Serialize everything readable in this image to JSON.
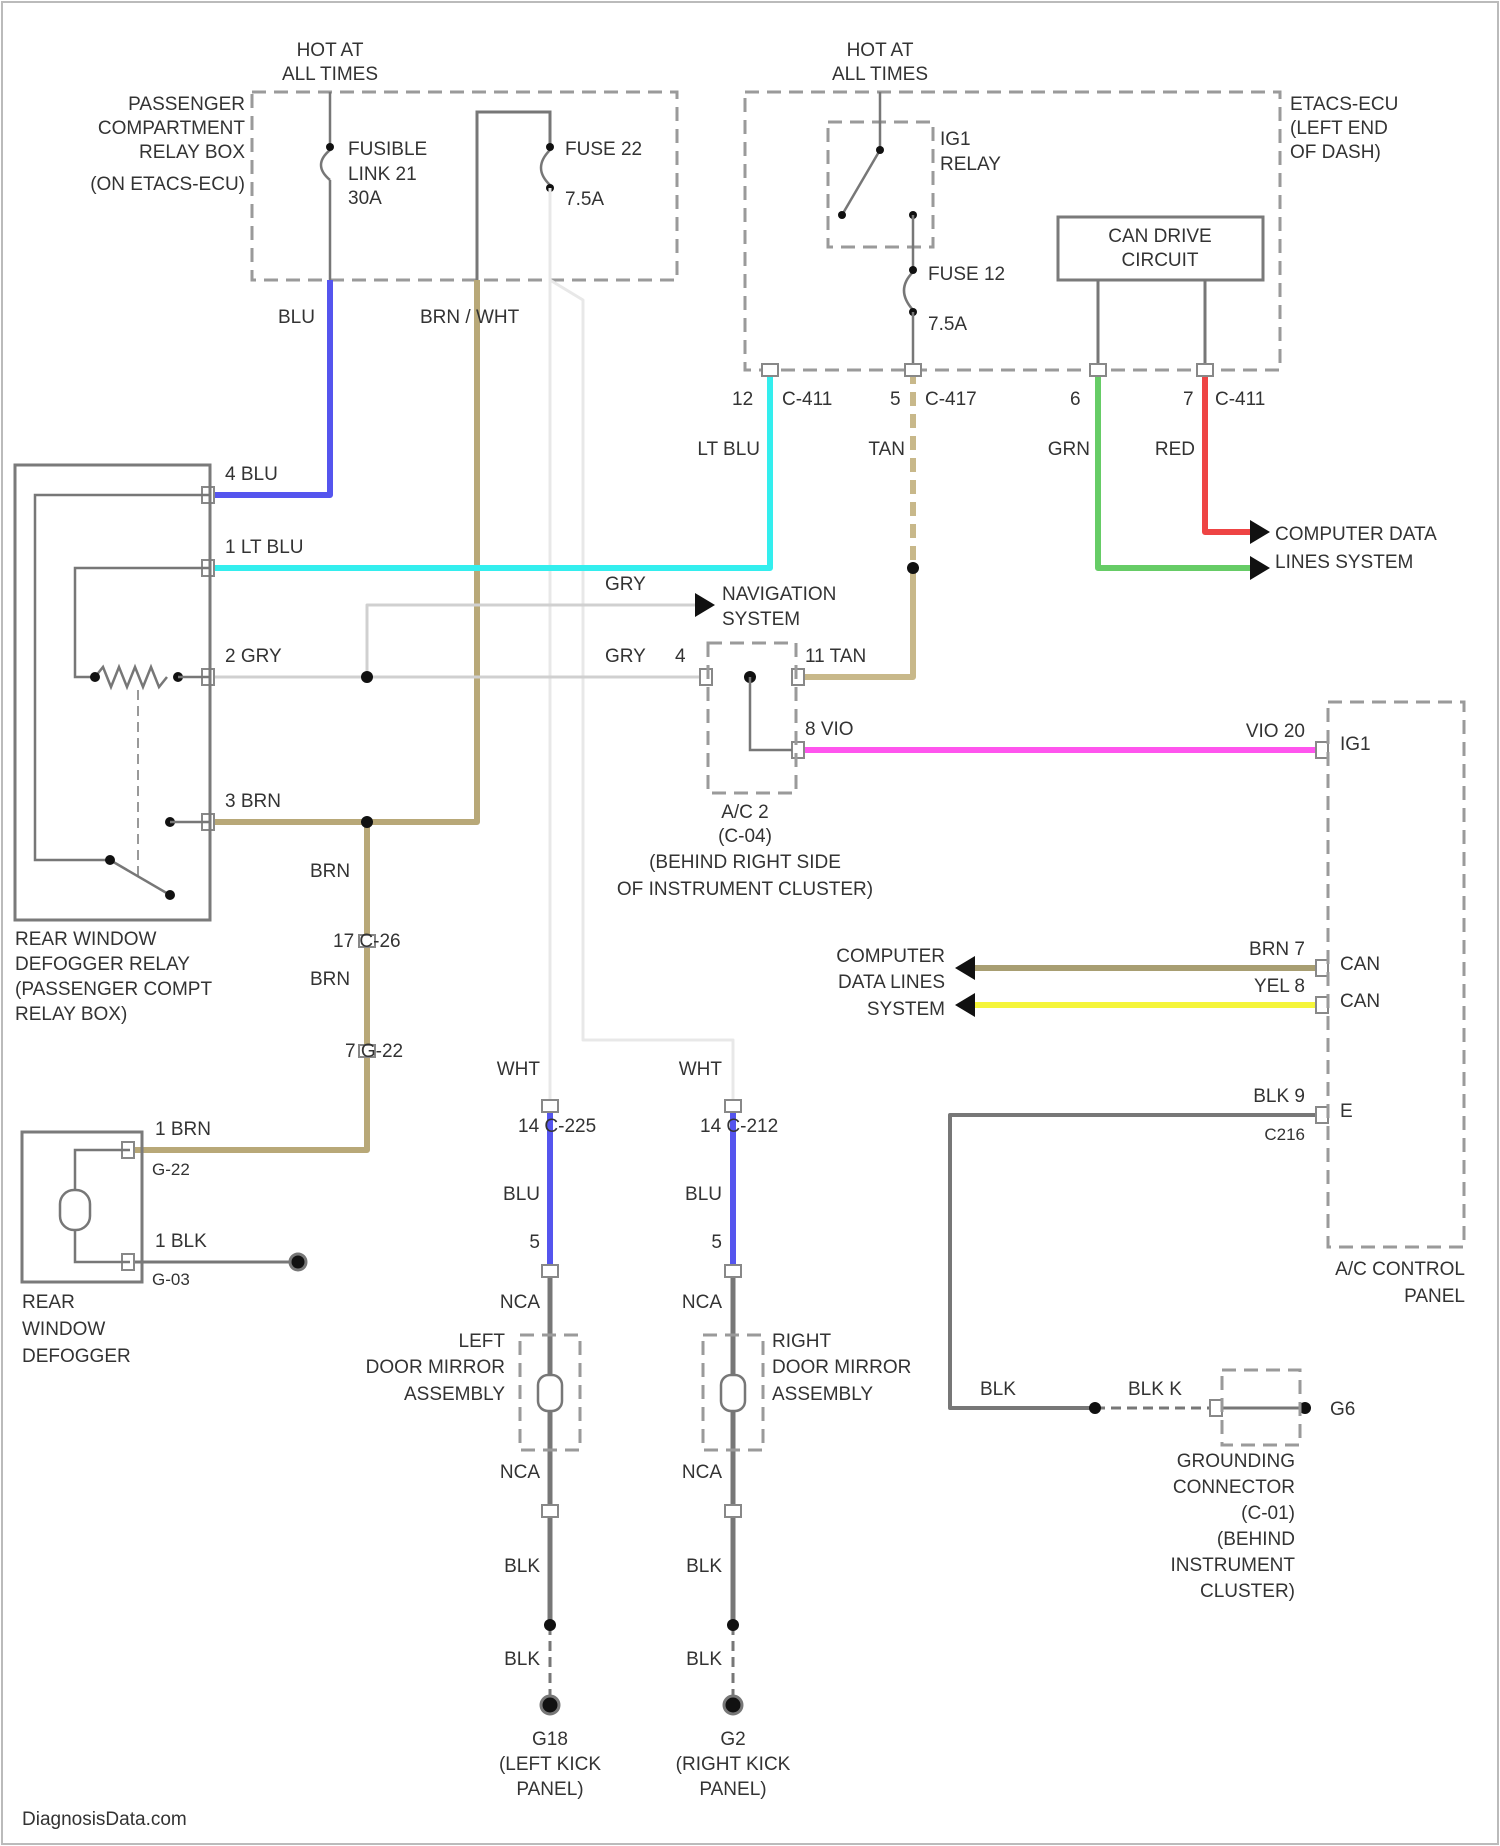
{
  "diagram": {
    "hot1": [
      "HOT AT",
      "ALL TIMES"
    ],
    "hot2": [
      "HOT AT",
      "ALL TIMES"
    ],
    "pcrb": [
      "PASSENGER",
      "COMPARTMENT",
      "RELAY BOX",
      "(ON ETACS-ECU)"
    ],
    "fusible": [
      "FUSIBLE",
      "LINK 21",
      "30A"
    ],
    "fuse22": [
      "FUSE 22",
      "7.5A"
    ],
    "ig1": [
      "IG1",
      "RELAY"
    ],
    "fuse12": [
      "FUSE 12",
      "7.5A"
    ],
    "etacs": [
      "ETACS-ECU",
      "(LEFT END",
      "OF DASH)"
    ],
    "can_drive": [
      "CAN DRIVE",
      "CIRCUIT"
    ],
    "w_blu_top": "BLU",
    "w_brn_wht": "BRN / WHT",
    "pin12": "12",
    "c411a": "C-411",
    "pin5": "5",
    "c417": "C-417",
    "pin6": "6",
    "pin7": "7",
    "c411b": "C-411",
    "w_ltblu": "LT BLU",
    "w_tan": "TAN",
    "w_grn": "GRN",
    "w_red": "RED",
    "cdls_top": [
      "COMPUTER DATA",
      "LINES SYSTEM"
    ],
    "rp4": "4 BLU",
    "rp1": "1 LT BLU",
    "rp2": "2 GRY",
    "rp3": "3 BRN",
    "w_gry_nav": "GRY",
    "nav": [
      "NAVIGATION",
      "SYSTEM"
    ],
    "w_gry_ac": "GRY",
    "pin4": "4",
    "p11tan": "11 TAN",
    "p8vio": "8 VIO",
    "vio20": "VIO 20",
    "ig1_label": "IG1",
    "ac2": [
      "A/C 2",
      "(C-04)",
      "(BEHIND RIGHT SIDE",
      "OF INSTRUMENT CLUSTER)"
    ],
    "defrelay": [
      "REAR WINDOW",
      "DEFOGGER RELAY",
      "(PASSENGER COMPT",
      "RELAY BOX)"
    ],
    "w_brn1": "BRN",
    "c26": "17  C-26",
    "w_brn2": "BRN",
    "c22": "7  G-22",
    "cdls_bot": [
      "COMPUTER",
      "DATA LINES",
      "SYSTEM"
    ],
    "brn7": "BRN  7",
    "yel8": "YEL  8",
    "can_h": "CAN",
    "can_l": "CAN",
    "blk9": "BLK  9",
    "c216": "C216",
    "e_label": "E",
    "acpanel": [
      "A/C CONTROL",
      "PANEL"
    ],
    "wht_l": "WHT",
    "wht_r": "WHT",
    "c225": "14  C-225",
    "c212": "14  C-212",
    "blu_l": "BLU",
    "blu_r": "BLU",
    "pin5l": "5",
    "pin5r": "5",
    "nca": "NCA",
    "ldm": [
      "LEFT",
      "DOOR MIRROR",
      "ASSEMBLY"
    ],
    "rdm": [
      "RIGHT",
      "DOOR MIRROR",
      "ASSEMBLY"
    ],
    "blk": "BLK",
    "rwd_p1": "1 BRN",
    "rwd_g22": "G-22",
    "rwd_p2": "1 BLK",
    "rwd_g03": "G-03",
    "rwd": [
      "REAR",
      "WINDOW",
      "DEFOGGER"
    ],
    "blk_gnd": "BLK",
    "blk_k": "BLK  K",
    "g6": "G6",
    "gc": [
      "GROUNDING",
      "CONNECTOR",
      "(C-01)",
      "(BEHIND",
      "INSTRUMENT",
      "CLUSTER)"
    ],
    "g18": [
      "G18",
      "(LEFT KICK",
      "PANEL)"
    ],
    "g2": [
      "G2",
      "(RIGHT KICK",
      "PANEL)"
    ],
    "footer": "DiagnosisData.com"
  },
  "colors": {
    "blu": "#5555ee",
    "ltblu": "#33eeee",
    "tan": "#c8b88a",
    "brn": "#b8a878",
    "grn": "#66cc66",
    "red": "#ee4444",
    "vio": "#ff55ee",
    "yel": "#f5f53a",
    "gry": "#d0d0d0",
    "wht": "#e8e8e8",
    "blk": "#777777",
    "can": "#a89e72"
  }
}
